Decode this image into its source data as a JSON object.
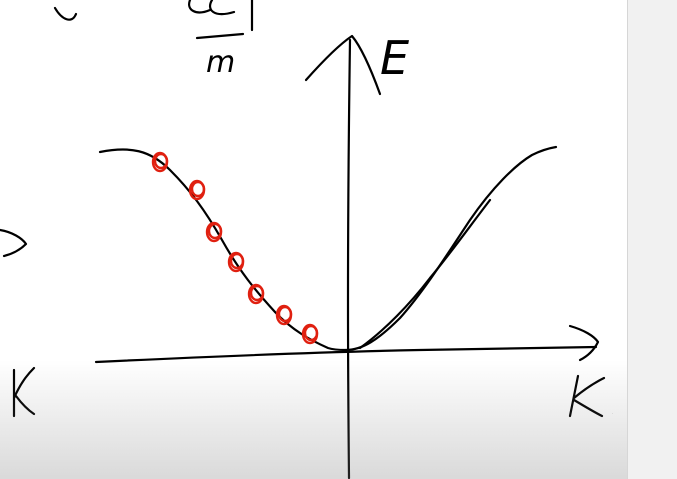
{
  "canvas": {
    "background": "#ffffff",
    "ink_color": "#000000",
    "marker_color": "#e02010"
  },
  "labels": {
    "energy_axis": "E",
    "momentum_axis": "k",
    "left_partial_k": "k",
    "left_partial_arrow": "→",
    "top_formula_fragment": "ce  T",
    "top_denominator": "m"
  },
  "sketch": {
    "markers": {
      "count": 7,
      "shape": "hand-drawn circle",
      "color": "#e02010"
    }
  },
  "scrollbar": {
    "visible": true
  }
}
